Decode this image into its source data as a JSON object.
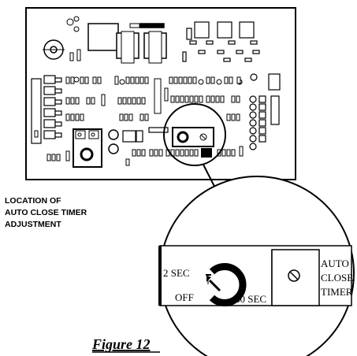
{
  "labels": {
    "location_line1": "LOCATION OF",
    "location_line2": "AUTO CLOSE TIMER",
    "location_line3": "ADJUSTMENT",
    "two_sec": "2 SEC",
    "off": "OFF",
    "sixty_sec": "60 SEC",
    "auto": "AUTO",
    "close": "CLOSE",
    "timer": "TIMER",
    "figure_caption": "Figure 12"
  },
  "icons": {
    "dial": "dial-arrow-icon",
    "screw": "screw-slot-icon",
    "mount_hole": "mount-hole-icon"
  },
  "colors": {
    "ink": "#000000",
    "paper": "#ffffff"
  }
}
